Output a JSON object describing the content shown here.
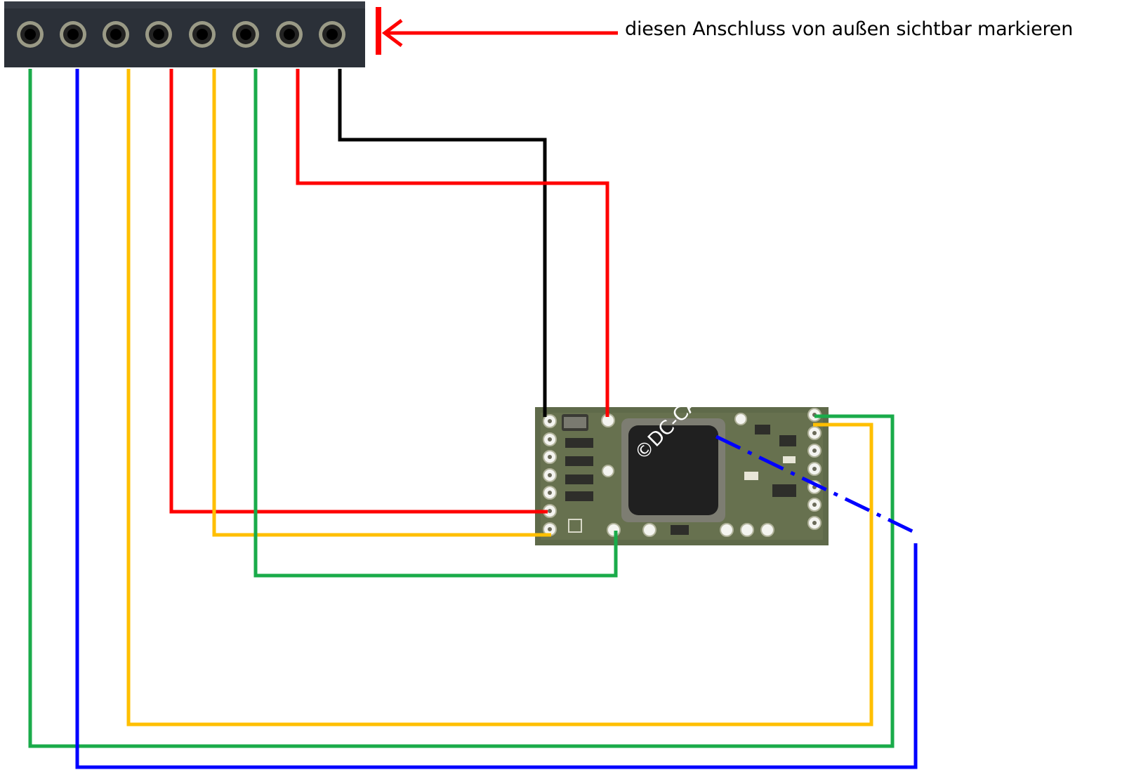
{
  "annotation": {
    "text": "diesen Anschluss von außen sichtbar markieren",
    "arrow_color": "#ff0000"
  },
  "watermark": {
    "text": "©DC-CAR"
  },
  "connector": {
    "pin_count": 8,
    "body_color": "#2b3038"
  },
  "decoder": {
    "board_color": "#5f6a4a",
    "chip_color": "#202020"
  },
  "wires": [
    {
      "color": "#1aab4a"
    },
    {
      "color": "#0000ff"
    },
    {
      "color": "#ffbf00"
    },
    {
      "color": "#ff0000"
    },
    {
      "color": "#ffbf00"
    },
    {
      "color": "#1aab4a"
    },
    {
      "color": "#ff0000"
    },
    {
      "color": "#000000"
    }
  ]
}
